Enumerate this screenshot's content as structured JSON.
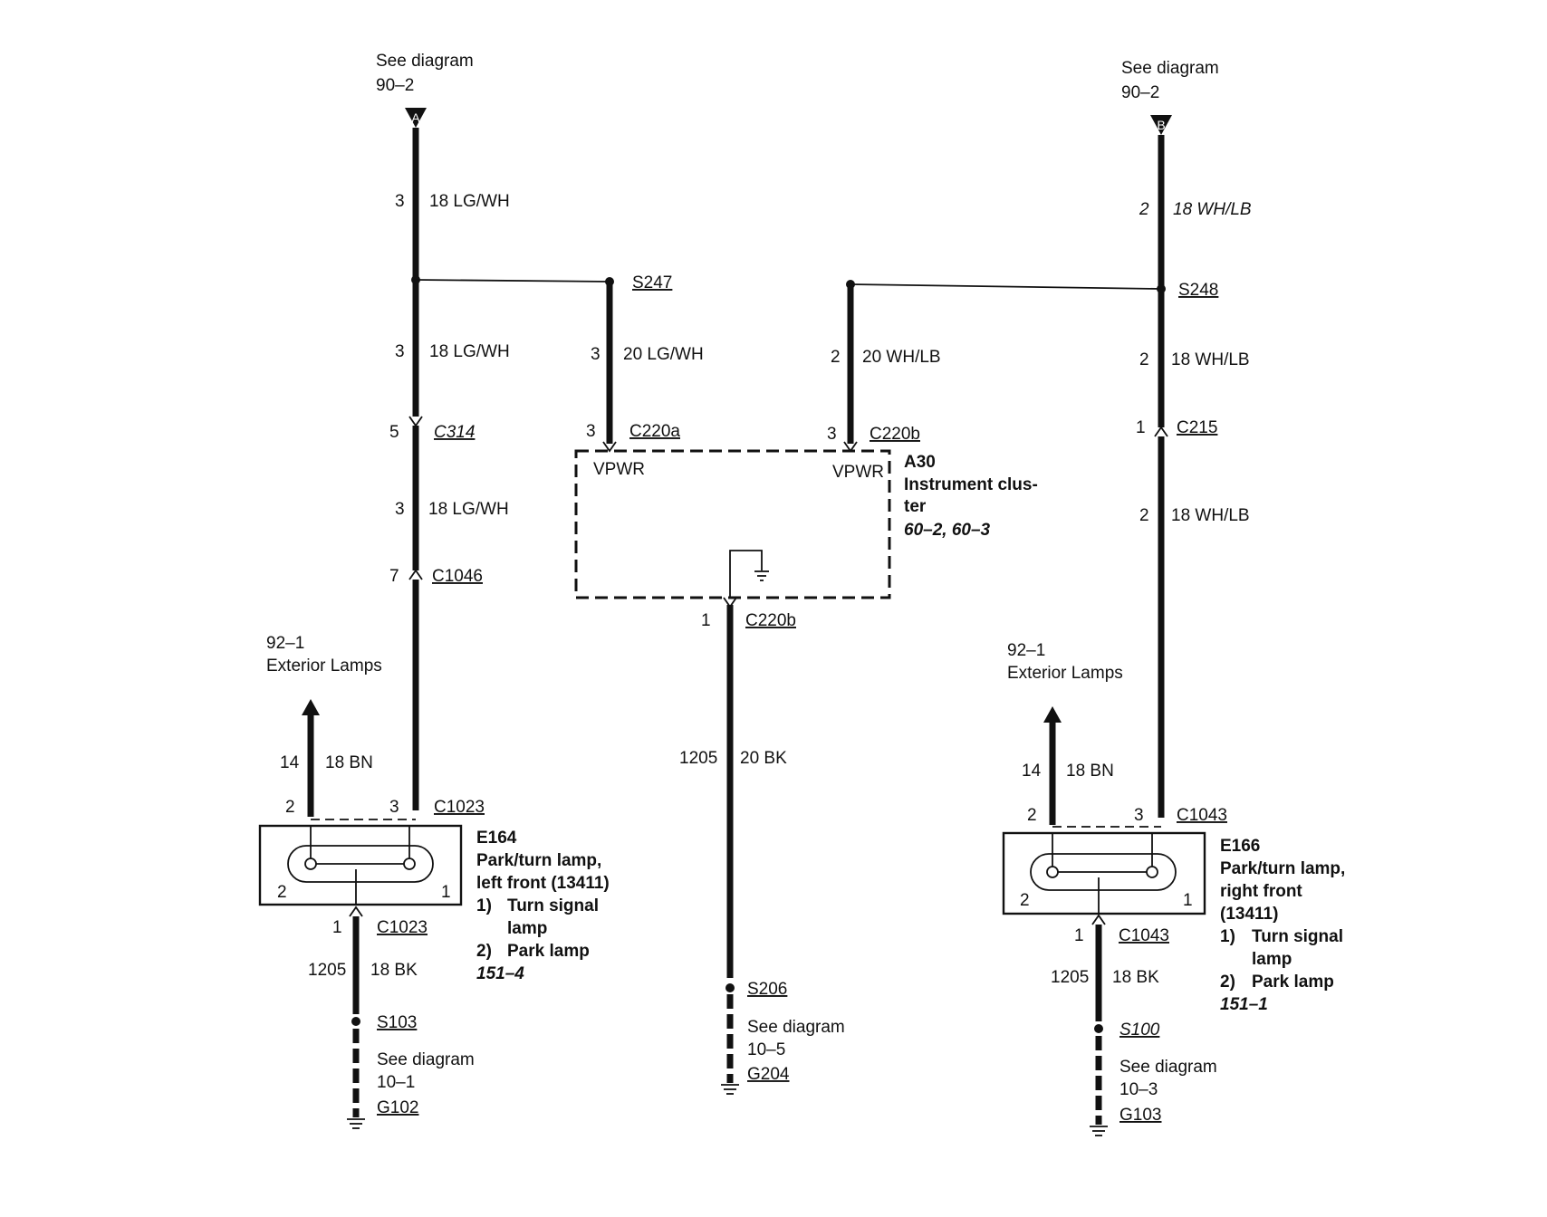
{
  "top_left": {
    "see": "See diagram",
    "ref": "90–2",
    "marker": "A"
  },
  "top_right": {
    "see": "See diagram",
    "ref": "90–2",
    "marker": "B"
  },
  "left_wire": [
    {
      "circuit": "3",
      "gauge": "18 LG/WH"
    },
    {
      "circuit": "3",
      "gauge": "18 LG/WH"
    },
    {
      "circuit": "3",
      "gauge": "18 LG/WH"
    }
  ],
  "connectors": {
    "c314": {
      "pin": "5",
      "name": "C314"
    },
    "c1046": {
      "pin": "7",
      "name": "C1046"
    },
    "c215": {
      "pin": "1",
      "name": "C215"
    },
    "c220a": {
      "pin": "3",
      "name": "C220a"
    },
    "c220b_top": {
      "pin": "3",
      "name": "C220b"
    },
    "c220b_bottom": {
      "pin": "1",
      "name": "C220b"
    },
    "c1023_top": {
      "pin_left": "2",
      "pin_right": "3",
      "name": "C1023"
    },
    "c1023_bottom": {
      "pin": "1",
      "name": "C1023"
    },
    "c1043_top": {
      "pin_left": "2",
      "pin_right": "3",
      "name": "C1043"
    },
    "c1043_bottom": {
      "pin": "1",
      "name": "C1043"
    }
  },
  "splices": {
    "s247": "S247",
    "s248": "S248",
    "s206": "S206",
    "s103": "S103",
    "s100": "S100"
  },
  "mid_left_wire": {
    "circuit": "3",
    "gauge": "20 LG/WH"
  },
  "mid_right_wire": {
    "circuit": "2",
    "gauge": "20 WH/LB"
  },
  "right_wire": [
    {
      "circuit": "2",
      "gauge": "18 WH/LB"
    },
    {
      "circuit": "2",
      "gauge": "18 WH/LB"
    },
    {
      "circuit": "2",
      "gauge": "18 WH/LB"
    }
  ],
  "cluster": {
    "vpwr_left": "VPWR",
    "vpwr_right": "VPWR",
    "id": "A30",
    "name_line1": "Instrument clus-",
    "name_line2": "ter",
    "refs": "60–2, 60–3"
  },
  "center_ground_wire": {
    "circuit": "1205",
    "gauge": "20 BK"
  },
  "center_ground": {
    "see": "See diagram",
    "ref": "10–5",
    "ground": "G204"
  },
  "left_lamp": {
    "ext_ref": "92–1",
    "ext_label": "Exterior Lamps",
    "bn_circuit": "14",
    "bn_gauge": "18 BN",
    "id": "E164",
    "name1": "Park/turn lamp,",
    "name2": "left front (13411)",
    "item1_num": "1)",
    "item1a": "Turn signal",
    "item1b": "lamp",
    "item2_num": "2)",
    "item2": "Park lamp",
    "ref": "151–4",
    "bulb_left": "2",
    "bulb_right": "1",
    "gnd_circuit": "1205",
    "gnd_gauge": "18 BK",
    "see": "See diagram",
    "gnd_ref": "10–1",
    "ground": "G102"
  },
  "right_lamp": {
    "ext_ref": "92–1",
    "ext_label": "Exterior Lamps",
    "bn_circuit": "14",
    "bn_gauge": "18 BN",
    "id": "E166",
    "name1": "Park/turn lamp,",
    "name2": "right front",
    "name3": "(13411)",
    "item1_num": "1)",
    "item1a": "Turn signal",
    "item1b": "lamp",
    "item2_num": "2)",
    "item2": "Park lamp",
    "ref": "151–1",
    "bulb_left": "2",
    "bulb_right": "1",
    "gnd_circuit": "1205",
    "gnd_gauge": "18 BK",
    "see": "See diagram",
    "gnd_ref": "10–3",
    "ground": "G103"
  }
}
